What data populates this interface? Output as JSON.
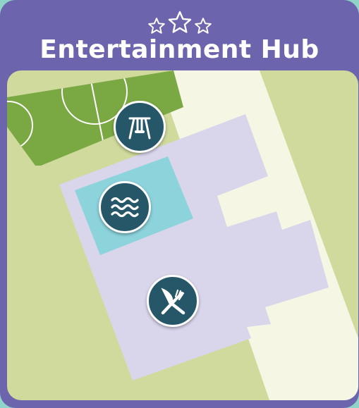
{
  "header": {
    "title": "Entertainment Hub",
    "rating_stars": 3
  },
  "colors": {
    "frame": "#6c64ad",
    "grass": "#cfda9c",
    "path": "#f6f6e4",
    "plaza": "#d9d6ec",
    "pool": "#8cd3dc",
    "field": "#7aa843",
    "icon_bg": "#255768"
  },
  "map": {
    "areas": [
      "sports-field",
      "swimming-pool",
      "plaza",
      "footpath"
    ],
    "points_of_interest": [
      {
        "icon": "swing-icon",
        "category": "playground"
      },
      {
        "icon": "water-waves-icon",
        "category": "swimming"
      },
      {
        "icon": "knife-fork-icon",
        "category": "dining"
      }
    ]
  }
}
